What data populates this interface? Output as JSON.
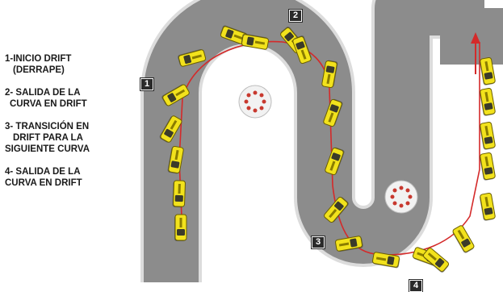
{
  "legend": {
    "items": [
      {
        "lines": [
          "1-INICIO DRIFT",
          "(DERRAPE)"
        ]
      },
      {
        "lines": [
          "2- SALIDA DE LA",
          "CURVA EN DRIFT"
        ]
      },
      {
        "lines": [
          "3- TRANSICIÓN EN",
          "DRIFT PARA LA",
          "SIGUIENTE CURVA"
        ]
      },
      {
        "lines": [
          "4- SALIDA DE LA",
          "CURVA EN DRIFT"
        ]
      }
    ]
  },
  "markers": {
    "m1": "1",
    "m2": "2",
    "m3": "3",
    "m4": "4"
  },
  "colors": {
    "track": "#8c8c8c",
    "track_edge": "#dcdcdc",
    "racing_line": "#d42a2a",
    "car_body": "#f2e21c",
    "car_outline": "#6a5e00",
    "car_shadow": "#3a3a3a",
    "marker_bg": "#2a2a2a",
    "cone_marker": "#c8392f"
  },
  "icons": {
    "direction_arrow": "arrow-up-icon",
    "cones": "cone-circle-icon"
  }
}
